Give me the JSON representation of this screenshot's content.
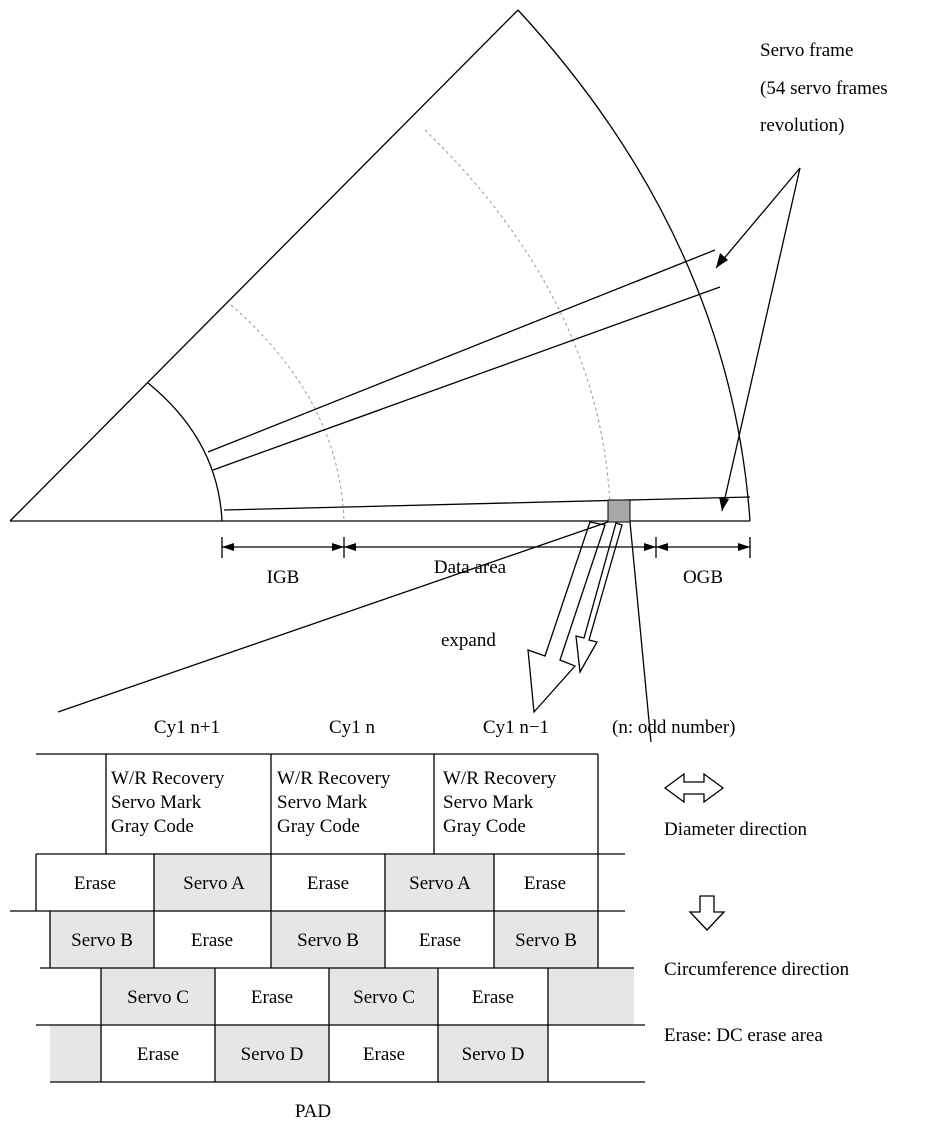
{
  "labels": {
    "servo_frame_1": "Servo frame",
    "servo_frame_2": "(54 servo frames",
    "servo_frame_3": "revolution)",
    "igb": "IGB",
    "data_area": "Data area",
    "ogb": "OGB",
    "expand": "expand",
    "cyl_np1": "Cy1 n+1",
    "cyl_n": "Cy1 n",
    "cyl_nm1": "Cy1 n−1",
    "odd_note": "(n: odd number)",
    "diameter_dir": "Diameter direction",
    "circumference_dir": "Circumference direction",
    "erase_note": "Erase:  DC erase area",
    "pad": "PAD"
  },
  "header_cells": [
    {
      "line1": "W/R Recovery",
      "line2": "Servo Mark",
      "line3": "Gray Code"
    },
    {
      "line1": "W/R Recovery",
      "line2": "Servo Mark",
      "line3": "Gray Code"
    },
    {
      "line1": "W/R Recovery",
      "line2": "Servo Mark",
      "line3": "Gray Code"
    }
  ],
  "rows": [
    [
      "Erase",
      "Servo A",
      "Erase",
      "Servo A",
      "Erase"
    ],
    [
      "Servo B",
      "Erase",
      "Servo B",
      "Erase",
      "Servo B"
    ],
    [
      "Servo C",
      "Erase",
      "Servo C",
      "Erase"
    ],
    [
      "Erase",
      "Servo D",
      "Erase",
      "Servo D"
    ]
  ],
  "colors": {
    "servo_fill": "#e6e6e6",
    "small_box": "#a8a8a8",
    "line": "#000000"
  }
}
